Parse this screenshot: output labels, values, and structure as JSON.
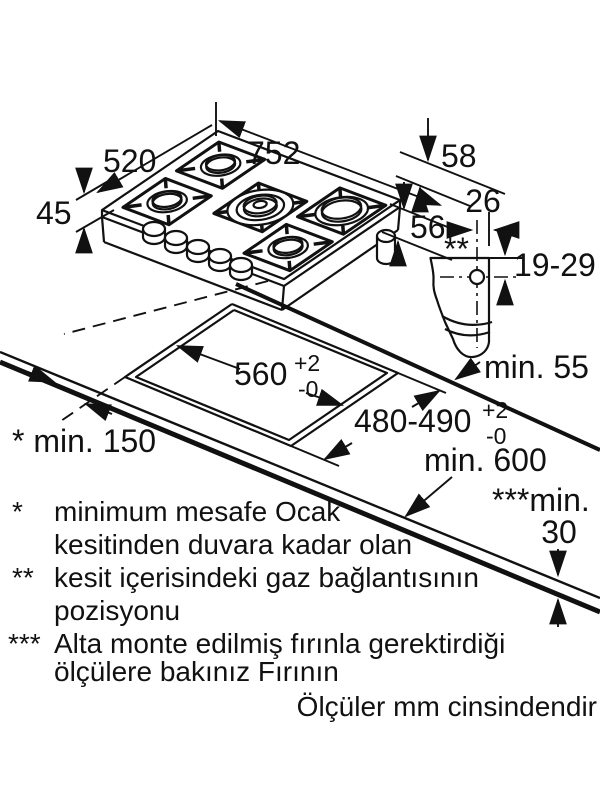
{
  "hob": {
    "dim_width": "752",
    "dim_depth": "520",
    "dim_height_front": "45",
    "dim_58": "58",
    "dim_56": "56"
  },
  "gas_detail": {
    "dim_26": "26",
    "marker": "**",
    "dim_19_29": "19-29"
  },
  "worktop": {
    "cutout_width": "560",
    "cutout_width_tol_plus": "+2",
    "cutout_width_tol_minus": "-0",
    "cutout_depth": "480-490",
    "cutout_depth_tol_plus": "+2",
    "cutout_depth_tol_minus": "-0",
    "min_back": "min. 55",
    "min_wall": "* min. 150",
    "min_depth": "min. 600",
    "min_thickness_label": "***min.",
    "min_thickness_value": "30"
  },
  "footnotes": [
    {
      "marker": "*",
      "lines": [
        "minimum mesafe Ocak",
        "kesitinden duvara kadar olan"
      ]
    },
    {
      "marker": "**",
      "lines": [
        "kesit içerisindeki gaz bağlantısının",
        "pozisyonu"
      ]
    },
    {
      "marker": "***",
      "lines": [
        "Alta monte edilmiş fırınla gerektirdiği",
        "ölçülere bakınız Fırının"
      ]
    }
  ],
  "units_note": "Ölçüler mm cinsindendir",
  "colors": {
    "line": "#111111",
    "burner_cap": "#c8c8c8",
    "background": "#ffffff"
  }
}
